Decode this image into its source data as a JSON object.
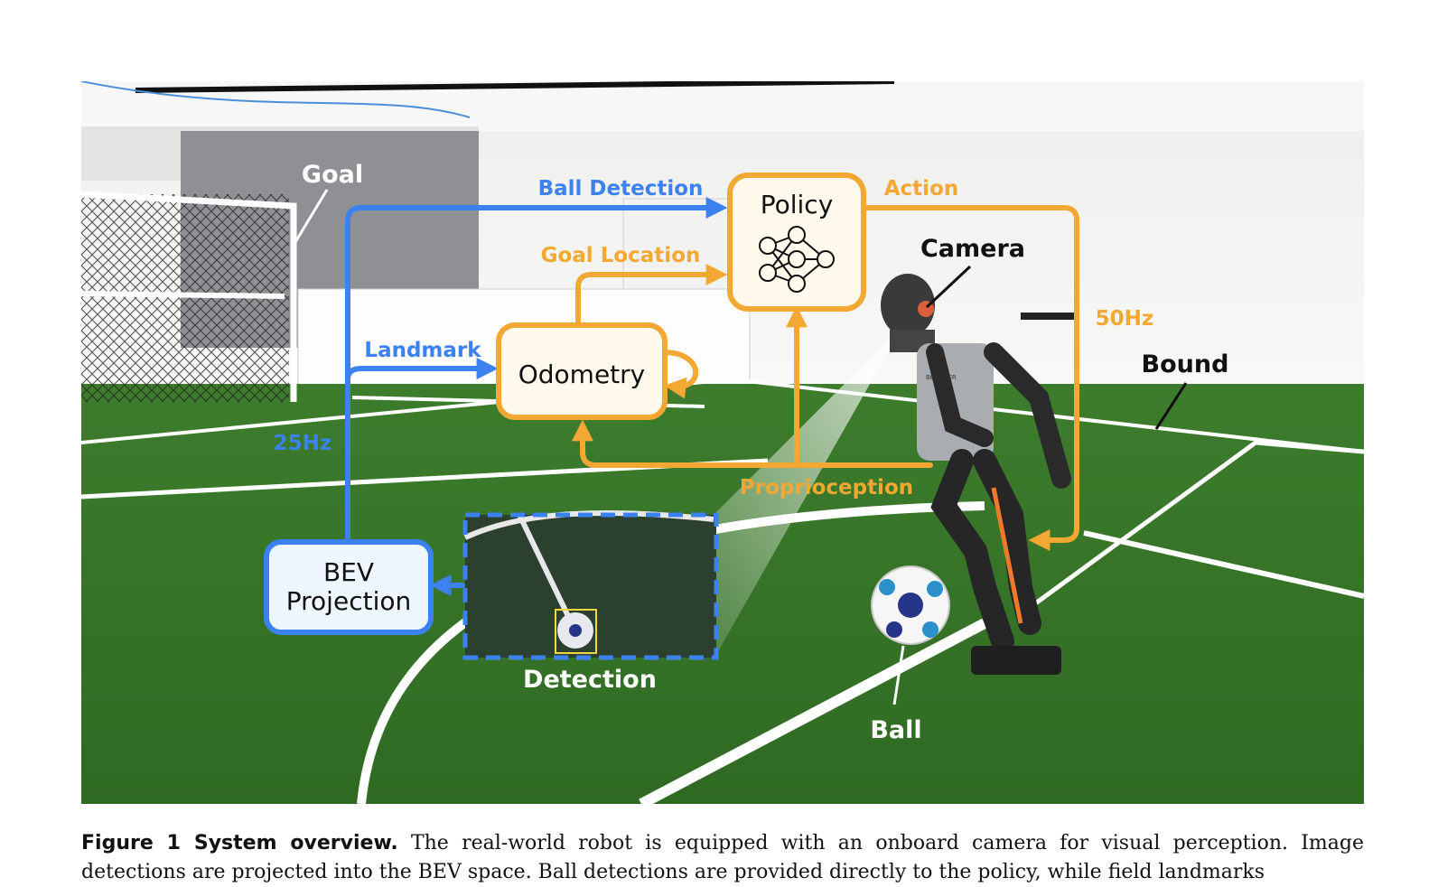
{
  "figure": {
    "labels": {
      "goal": "Goal",
      "ball_detection": "Ball Detection",
      "action": "Action",
      "camera": "Camera",
      "goal_location": "Goal Location",
      "landmark": "Landmark",
      "rate_50hz": "50Hz",
      "bound": "Bound",
      "rate_25hz": "25Hz",
      "proprioception": "Proprioception",
      "detection": "Detection",
      "ball": "Ball"
    },
    "nodes": {
      "policy": "Policy",
      "odometry": "Odometry",
      "bev_line1": "BEV",
      "bev_line2": "Projection"
    },
    "colors": {
      "blue": "#3b82f0",
      "orange": "#f3a833",
      "node_fill": "#fffaeb",
      "bev_fill": "#eef6ff",
      "turf": "#3f7f2e",
      "wall": "#f4f4f2"
    },
    "icons": [
      "neural-network-icon",
      "humanoid-robot",
      "soccer-ball",
      "goal-net"
    ]
  },
  "caption": {
    "label": "Figure 1  System overview.",
    "text": "The real-world robot is equipped with an onboard camera for visual perception. Image detections are projected into the BEV space. Ball detections are provided directly to the policy, while field landmarks"
  }
}
